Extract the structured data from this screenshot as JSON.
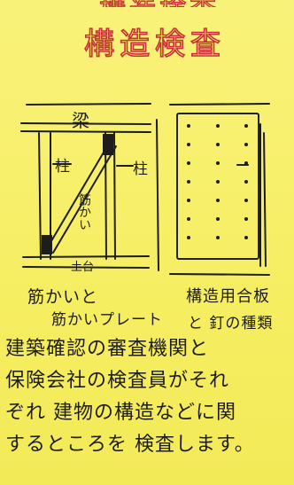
{
  "header": {
    "title_partial": "構造検査",
    "title": "構造検査"
  },
  "left_figure": {
    "beam_label": "梁",
    "column_label": "柱",
    "brace_label": "筋かい",
    "sill_label": "土台",
    "caption_line1": "筋かいと",
    "caption_line2": "筋かいプレート"
  },
  "right_figure": {
    "column_label": "柱",
    "caption_line1": "構造用合板",
    "caption_line2": "と 釘の種類"
  },
  "description": {
    "line1": "建築確認の審査機関と",
    "line2": "保険会社の検査員がそれ",
    "line3": "ぞれ 建物の構造などに関",
    "line4": "するところを 検査します。"
  },
  "colors": {
    "paper": "#f6ee62",
    "title_ink": "#c9303a",
    "ink": "#1d1d1d"
  }
}
